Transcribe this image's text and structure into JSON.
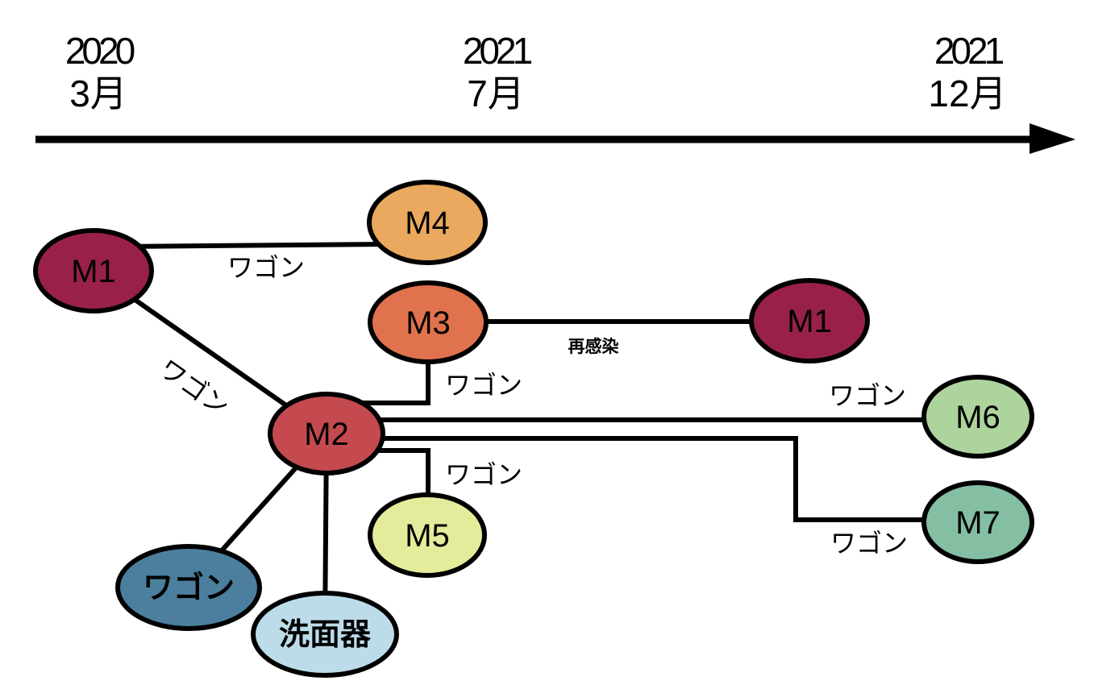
{
  "diagram": {
    "description_type": "transmission-network-timeline",
    "line_color": "#000000",
    "background_color": "#ffffff"
  },
  "timeline": {
    "ticks": [
      {
        "year": "2020",
        "month": "3月"
      },
      {
        "year": "2021",
        "month": "7月"
      },
      {
        "year": "2021",
        "month": "12月"
      }
    ]
  },
  "nodes": [
    {
      "id": "m1-left",
      "label": "M1",
      "color": "#992147"
    },
    {
      "id": "m4",
      "label": "M4",
      "color": "#eaa95f"
    },
    {
      "id": "m3",
      "label": "M3",
      "color": "#e0724e"
    },
    {
      "id": "m1-right",
      "label": "M1",
      "color": "#992147"
    },
    {
      "id": "m2",
      "label": "M2",
      "color": "#c44a50"
    },
    {
      "id": "m6",
      "label": "M6",
      "color": "#aed49e"
    },
    {
      "id": "m5",
      "label": "M5",
      "color": "#e4ec9b"
    },
    {
      "id": "m7",
      "label": "M7",
      "color": "#84bfa4"
    },
    {
      "id": "wagon",
      "label": "ワゴン",
      "color": "#4b7f9d"
    },
    {
      "id": "washbasin",
      "label": "洗面器",
      "color": "#bddcea"
    }
  ],
  "edges": [
    {
      "from": "M1",
      "to": "M4",
      "label": "ワゴン"
    },
    {
      "from": "M1",
      "to": "M2",
      "label": "ワゴン"
    },
    {
      "from": "M3",
      "to": "M1",
      "label": "再感染"
    },
    {
      "from": "M3",
      "to": "M2",
      "label": "ワゴン"
    },
    {
      "from": "M2",
      "to": "M6",
      "label": "ワゴン"
    },
    {
      "from": "M2",
      "to": "M5",
      "label": "ワゴン"
    },
    {
      "from": "M2",
      "to": "M7",
      "label": "ワゴン"
    },
    {
      "from": "M2",
      "to": "ワゴン",
      "label": ""
    },
    {
      "from": "M2",
      "to": "洗面器",
      "label": ""
    }
  ]
}
